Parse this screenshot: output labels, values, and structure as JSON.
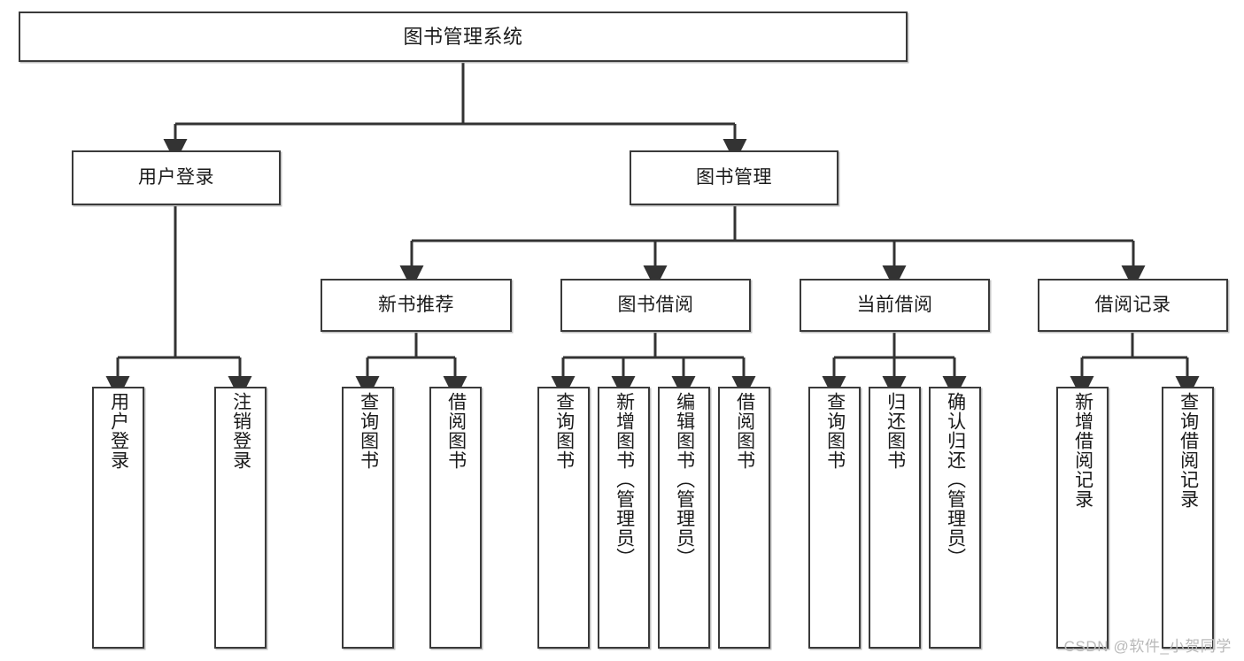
{
  "diagram": {
    "title": "图书管理系统",
    "watermark": "CSDN @软件_小贺同学",
    "line_color": "#333333",
    "box_border_color": "#3a3a3a",
    "box_fill_color": "#ffffff",
    "text_color": "#1a1a1a",
    "root": {
      "label": "图书管理系统"
    },
    "level1": [
      {
        "label": "用户登录"
      },
      {
        "label": "图书管理"
      }
    ],
    "level2": [
      {
        "label": "新书推荐"
      },
      {
        "label": "图书借阅"
      },
      {
        "label": "当前借阅"
      },
      {
        "label": "借阅记录"
      }
    ],
    "leaves": {
      "user_login": [
        {
          "label": "用户登录"
        },
        {
          "label": "注销登录"
        }
      ],
      "new_book_recommend": [
        {
          "label": "查询图书"
        },
        {
          "label": "借阅图书"
        }
      ],
      "book_borrow": [
        {
          "label": "查询图书"
        },
        {
          "label": "新增图书（管理员）"
        },
        {
          "label": "编辑图书（管理员）"
        },
        {
          "label": "借阅图书"
        }
      ],
      "current_borrow": [
        {
          "label": "查询图书"
        },
        {
          "label": "归还图书"
        },
        {
          "label": "确认归还（管理员）"
        }
      ],
      "borrow_record": [
        {
          "label": "新增借阅记录"
        },
        {
          "label": "查询借阅记录"
        }
      ]
    }
  }
}
